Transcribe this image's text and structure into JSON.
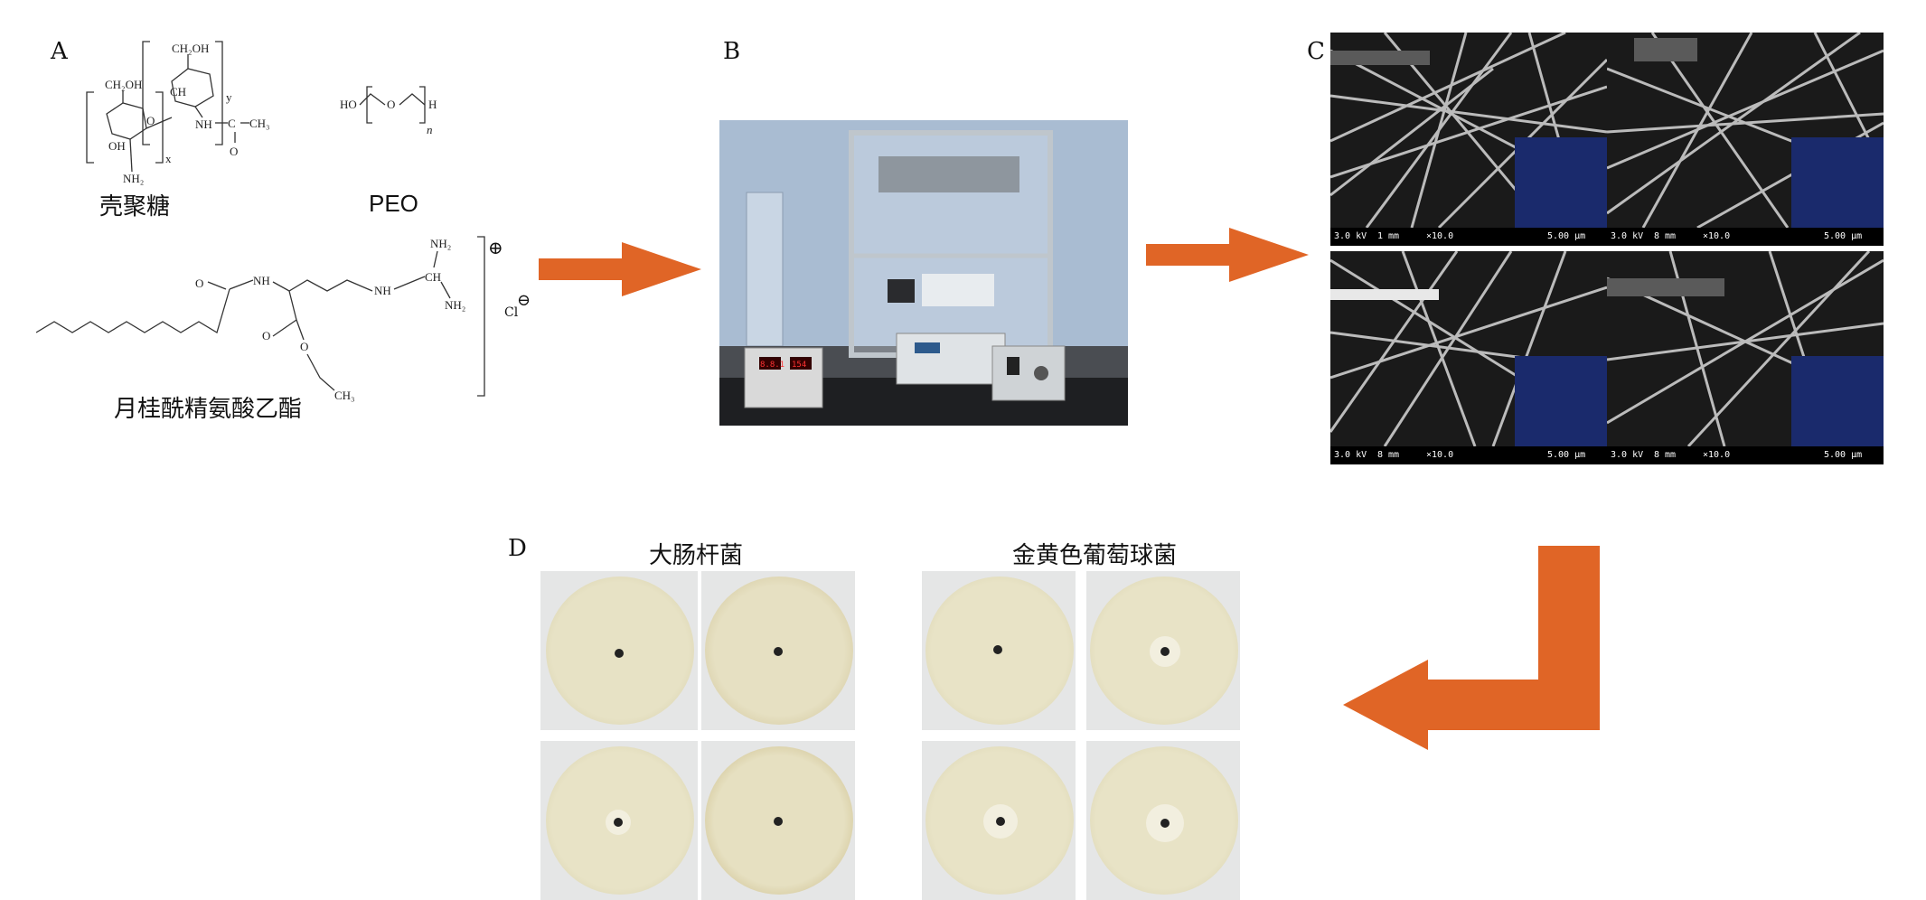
{
  "panels": {
    "a": {
      "label": "A",
      "chitosan_name": "壳聚糖",
      "peo_name": "PEO",
      "lae_name": "月桂酰精氨酸乙酯",
      "atoms": {
        "ch2oh": "CH₂OH",
        "oh": "OH",
        "nh2": "NH₂",
        "o": "O",
        "ch": "CH",
        "nh": "NH",
        "c": "C",
        "ch3": "CH₃",
        "x": "x",
        "y": "y",
        "ho": "HO",
        "h": "H",
        "n": "n",
        "cl": "Cl",
        "plus": "⊕",
        "minus": "⊖"
      }
    },
    "b": {
      "label": "B",
      "display_left": "8.8.1",
      "display_right": "154"
    },
    "c": {
      "label": "C",
      "images": [
        {
          "kv": "3.0 kV",
          "wd": "1 mm",
          "mag": "×10.0",
          "scale": "5.00 μm"
        },
        {
          "kv": "3.0 kV",
          "wd": "8 mm",
          "mag": "×10.0",
          "scale": "5.00 μm"
        },
        {
          "kv": "3.0 kV",
          "wd": "8 mm",
          "mag": "×10.0",
          "scale": "5.00 μm"
        },
        {
          "kv": "3.0 kV",
          "wd": "8 mm",
          "mag": "×10.0",
          "scale": "5.00 μm"
        }
      ]
    },
    "d": {
      "label": "D",
      "ecoli": "大肠杆菌",
      "staph": "金黄色葡萄球菌"
    }
  },
  "colors": {
    "arrow": "#e06526",
    "sem_inset": "#1a2a6c",
    "agar": "#e8e3c4"
  }
}
